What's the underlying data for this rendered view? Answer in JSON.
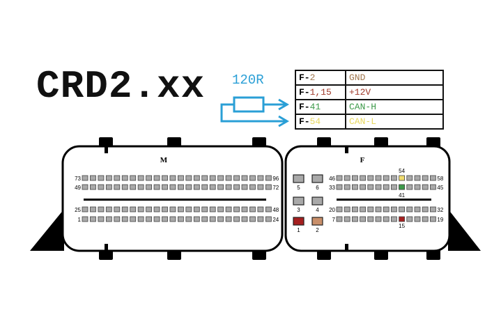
{
  "title": "CRD2.xx",
  "resistor_label": "120R",
  "pinout_table": [
    {
      "prefix": "F-",
      "pins": "2",
      "signal": "GND",
      "color": "#a0774f"
    },
    {
      "prefix": "F-",
      "pins": "1,15",
      "signal": "+12V",
      "color": "#a0392a"
    },
    {
      "prefix": "F-",
      "pins": "41",
      "signal": "CAN-H",
      "color": "#3d9a4a"
    },
    {
      "prefix": "F-",
      "pins": "54",
      "signal": "CAN-L",
      "color": "#e8d860"
    }
  ],
  "connector_m": {
    "label": "M",
    "rows": [
      {
        "start": 73,
        "end": 96
      },
      {
        "start": 49,
        "end": 72
      },
      {
        "start": 25,
        "end": 48
      },
      {
        "start": 1,
        "end": 24
      }
    ]
  },
  "connector_f": {
    "label": "F",
    "rows": [
      {
        "start": 46,
        "end": 58
      },
      {
        "start": 33,
        "end": 45
      },
      {
        "start": 20,
        "end": 32
      },
      {
        "start": 7,
        "end": 19
      }
    ],
    "big_pins": [
      {
        "num": "5",
        "color": "#a9a9a9"
      },
      {
        "num": "6",
        "color": "#a9a9a9"
      },
      {
        "num": "3",
        "color": "#a9a9a9"
      },
      {
        "num": "4",
        "color": "#a9a9a9"
      },
      {
        "num": "1",
        "color": "#a51f1f"
      },
      {
        "num": "2",
        "color": "#c98f6a"
      }
    ],
    "highlighted": [
      {
        "num": 54,
        "color": "#f0dc6e"
      },
      {
        "num": 41,
        "color": "#3d9a4a"
      },
      {
        "num": 15,
        "color": "#a51f1f"
      }
    ]
  },
  "colors": {
    "pin": "#a9a9a9",
    "wire": "#2a9fd6"
  }
}
